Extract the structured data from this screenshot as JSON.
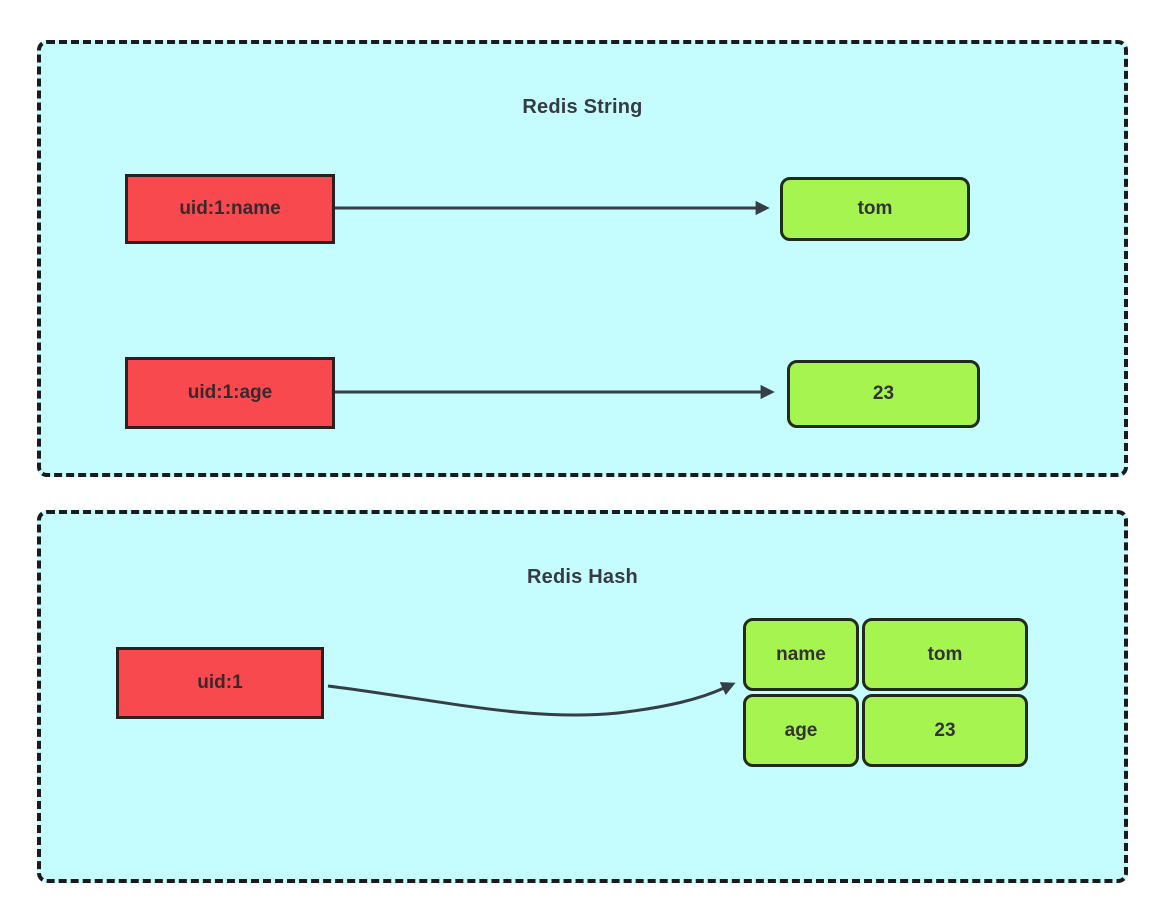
{
  "diagram": {
    "string_panel": {
      "title": "Redis String",
      "rows": [
        {
          "key": "uid:1:name",
          "value": "tom"
        },
        {
          "key": "uid:1:age",
          "value": "23"
        }
      ]
    },
    "hash_panel": {
      "title": "Redis Hash",
      "key": "uid:1",
      "fields": [
        {
          "field": "name",
          "value": "tom"
        },
        {
          "field": "age",
          "value": "23"
        }
      ]
    }
  },
  "palette": {
    "panel_background": "#c5fcfe",
    "panel_border": "#1b1b1b",
    "key_fill": "#f8494e",
    "key_border": "#2b2122",
    "value_fill": "#a6f44f",
    "value_border": "#222a1a",
    "arrow_color": "#353e45",
    "title_text": "#363b41",
    "node_text": "#333333"
  }
}
